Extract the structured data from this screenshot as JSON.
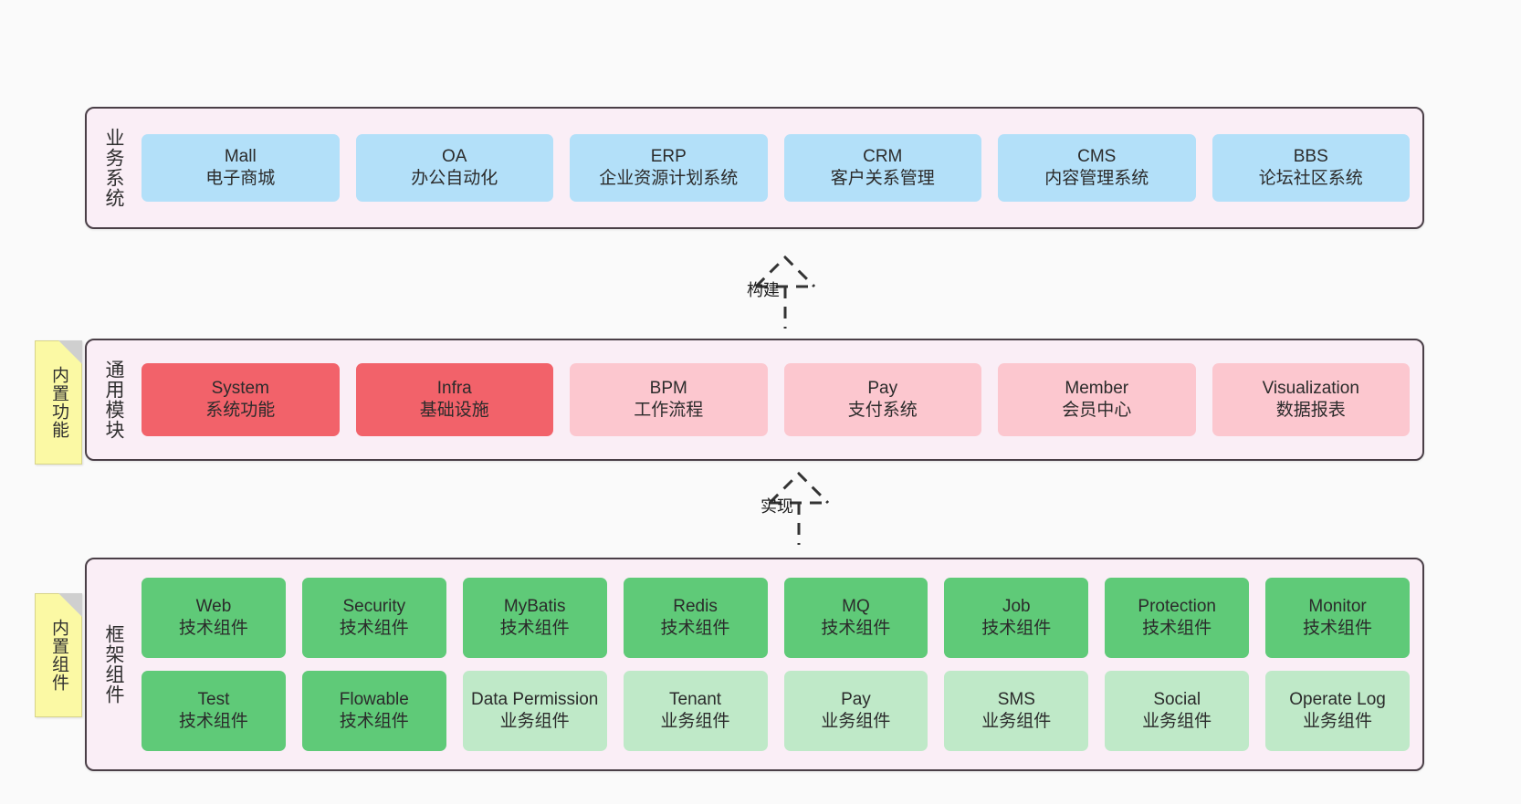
{
  "diagram": {
    "background": "#fafafa",
    "layers": [
      {
        "id": "business",
        "title": "业务系统",
        "sticky": null,
        "rows": [
          {
            "cards": [
              {
                "style": "c-blue",
                "name": "Mall",
                "sub": "电子商城"
              },
              {
                "style": "c-blue",
                "name": "OA",
                "sub": "办公自动化"
              },
              {
                "style": "c-blue",
                "name": "ERP",
                "sub": "企业资源计划系统"
              },
              {
                "style": "c-blue",
                "name": "CRM",
                "sub": "客户关系管理"
              },
              {
                "style": "c-blue",
                "name": "CMS",
                "sub": "内容管理系统"
              },
              {
                "style": "c-blue",
                "name": "BBS",
                "sub": "论坛社区系统"
              }
            ]
          }
        ]
      },
      {
        "id": "common",
        "title": "通用模块",
        "sticky": "内置功能",
        "rows": [
          {
            "cards": [
              {
                "style": "c-red",
                "name": "System",
                "sub": "系统功能"
              },
              {
                "style": "c-red",
                "name": "Infra",
                "sub": "基础设施"
              },
              {
                "style": "c-pink",
                "name": "BPM",
                "sub": "工作流程"
              },
              {
                "style": "c-pink",
                "name": "Pay",
                "sub": "支付系统"
              },
              {
                "style": "c-pink",
                "name": "Member",
                "sub": "会员中心"
              },
              {
                "style": "c-pink",
                "name": "Visualization",
                "sub": "数据报表"
              }
            ]
          }
        ]
      },
      {
        "id": "framework",
        "title": "框架组件",
        "sticky": "内置组件",
        "rows": [
          {
            "cards": [
              {
                "style": "c-green",
                "name": "Web",
                "sub": "技术组件"
              },
              {
                "style": "c-green",
                "name": "Security",
                "sub": "技术组件"
              },
              {
                "style": "c-green",
                "name": "MyBatis",
                "sub": "技术组件"
              },
              {
                "style": "c-green",
                "name": "Redis",
                "sub": "技术组件"
              },
              {
                "style": "c-green",
                "name": "MQ",
                "sub": "技术组件"
              },
              {
                "style": "c-green",
                "name": "Job",
                "sub": "技术组件"
              },
              {
                "style": "c-green",
                "name": "Protection",
                "sub": "技术组件"
              },
              {
                "style": "c-green",
                "name": "Monitor",
                "sub": "技术组件"
              }
            ]
          },
          {
            "cards": [
              {
                "style": "c-green",
                "name": "Test",
                "sub": "技术组件"
              },
              {
                "style": "c-green",
                "name": "Flowable",
                "sub": "技术组件"
              },
              {
                "style": "c-greenlight",
                "name": "Data Permission",
                "sub": "业务组件"
              },
              {
                "style": "c-greenlight",
                "name": "Tenant",
                "sub": "业务组件"
              },
              {
                "style": "c-greenlight",
                "name": "Pay",
                "sub": "业务组件"
              },
              {
                "style": "c-greenlight",
                "name": "SMS",
                "sub": "业务组件"
              },
              {
                "style": "c-greenlight",
                "name": "Social",
                "sub": "业务组件"
              },
              {
                "style": "c-greenlight",
                "name": "Operate Log",
                "sub": "业务组件"
              }
            ]
          }
        ]
      }
    ],
    "connectors": [
      {
        "id": "build",
        "label": "构建",
        "style": "dashed-generalization"
      },
      {
        "id": "impl",
        "label": "实现",
        "style": "dashed-generalization"
      }
    ],
    "colors": {
      "layer_background": "#faeef6",
      "layer_border": "#4a3f47",
      "business_card": "#b3e0f9",
      "common_core_card": "#f2626a",
      "common_card": "#fcc7cf",
      "framework_tech_card": "#5fca78",
      "framework_biz_card": "#bfe9c8",
      "sticky_note": "#fbf9a4",
      "connector": "#333333"
    }
  }
}
